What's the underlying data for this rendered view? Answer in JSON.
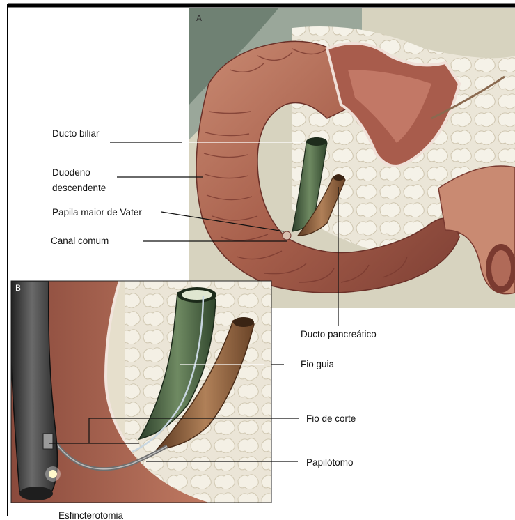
{
  "panel_a": {
    "letter": "A",
    "labels": {
      "bile_duct": "Ducto biliar",
      "duodenum_line1": "Duodeno",
      "duodenum_line2": "descendente",
      "papilla": "Papila maior de Vater",
      "common_channel": "Canal comum",
      "pancreatic_duct": "Ducto pancreático"
    }
  },
  "panel_b": {
    "letter": "B",
    "labels": {
      "guide_wire": "Fio guia",
      "cutting_wire": "Fio de corte",
      "papillotome": "Papilótomo"
    },
    "caption": "Esfincterotomia"
  },
  "colors": {
    "border": "#000000",
    "duodenum": "#b8705c",
    "pancreas": "#e9e4d6",
    "bile_duct": "#3d5a3a",
    "pancreatic_duct": "#8a5a36",
    "endoscope": "#3c3c3c"
  }
}
